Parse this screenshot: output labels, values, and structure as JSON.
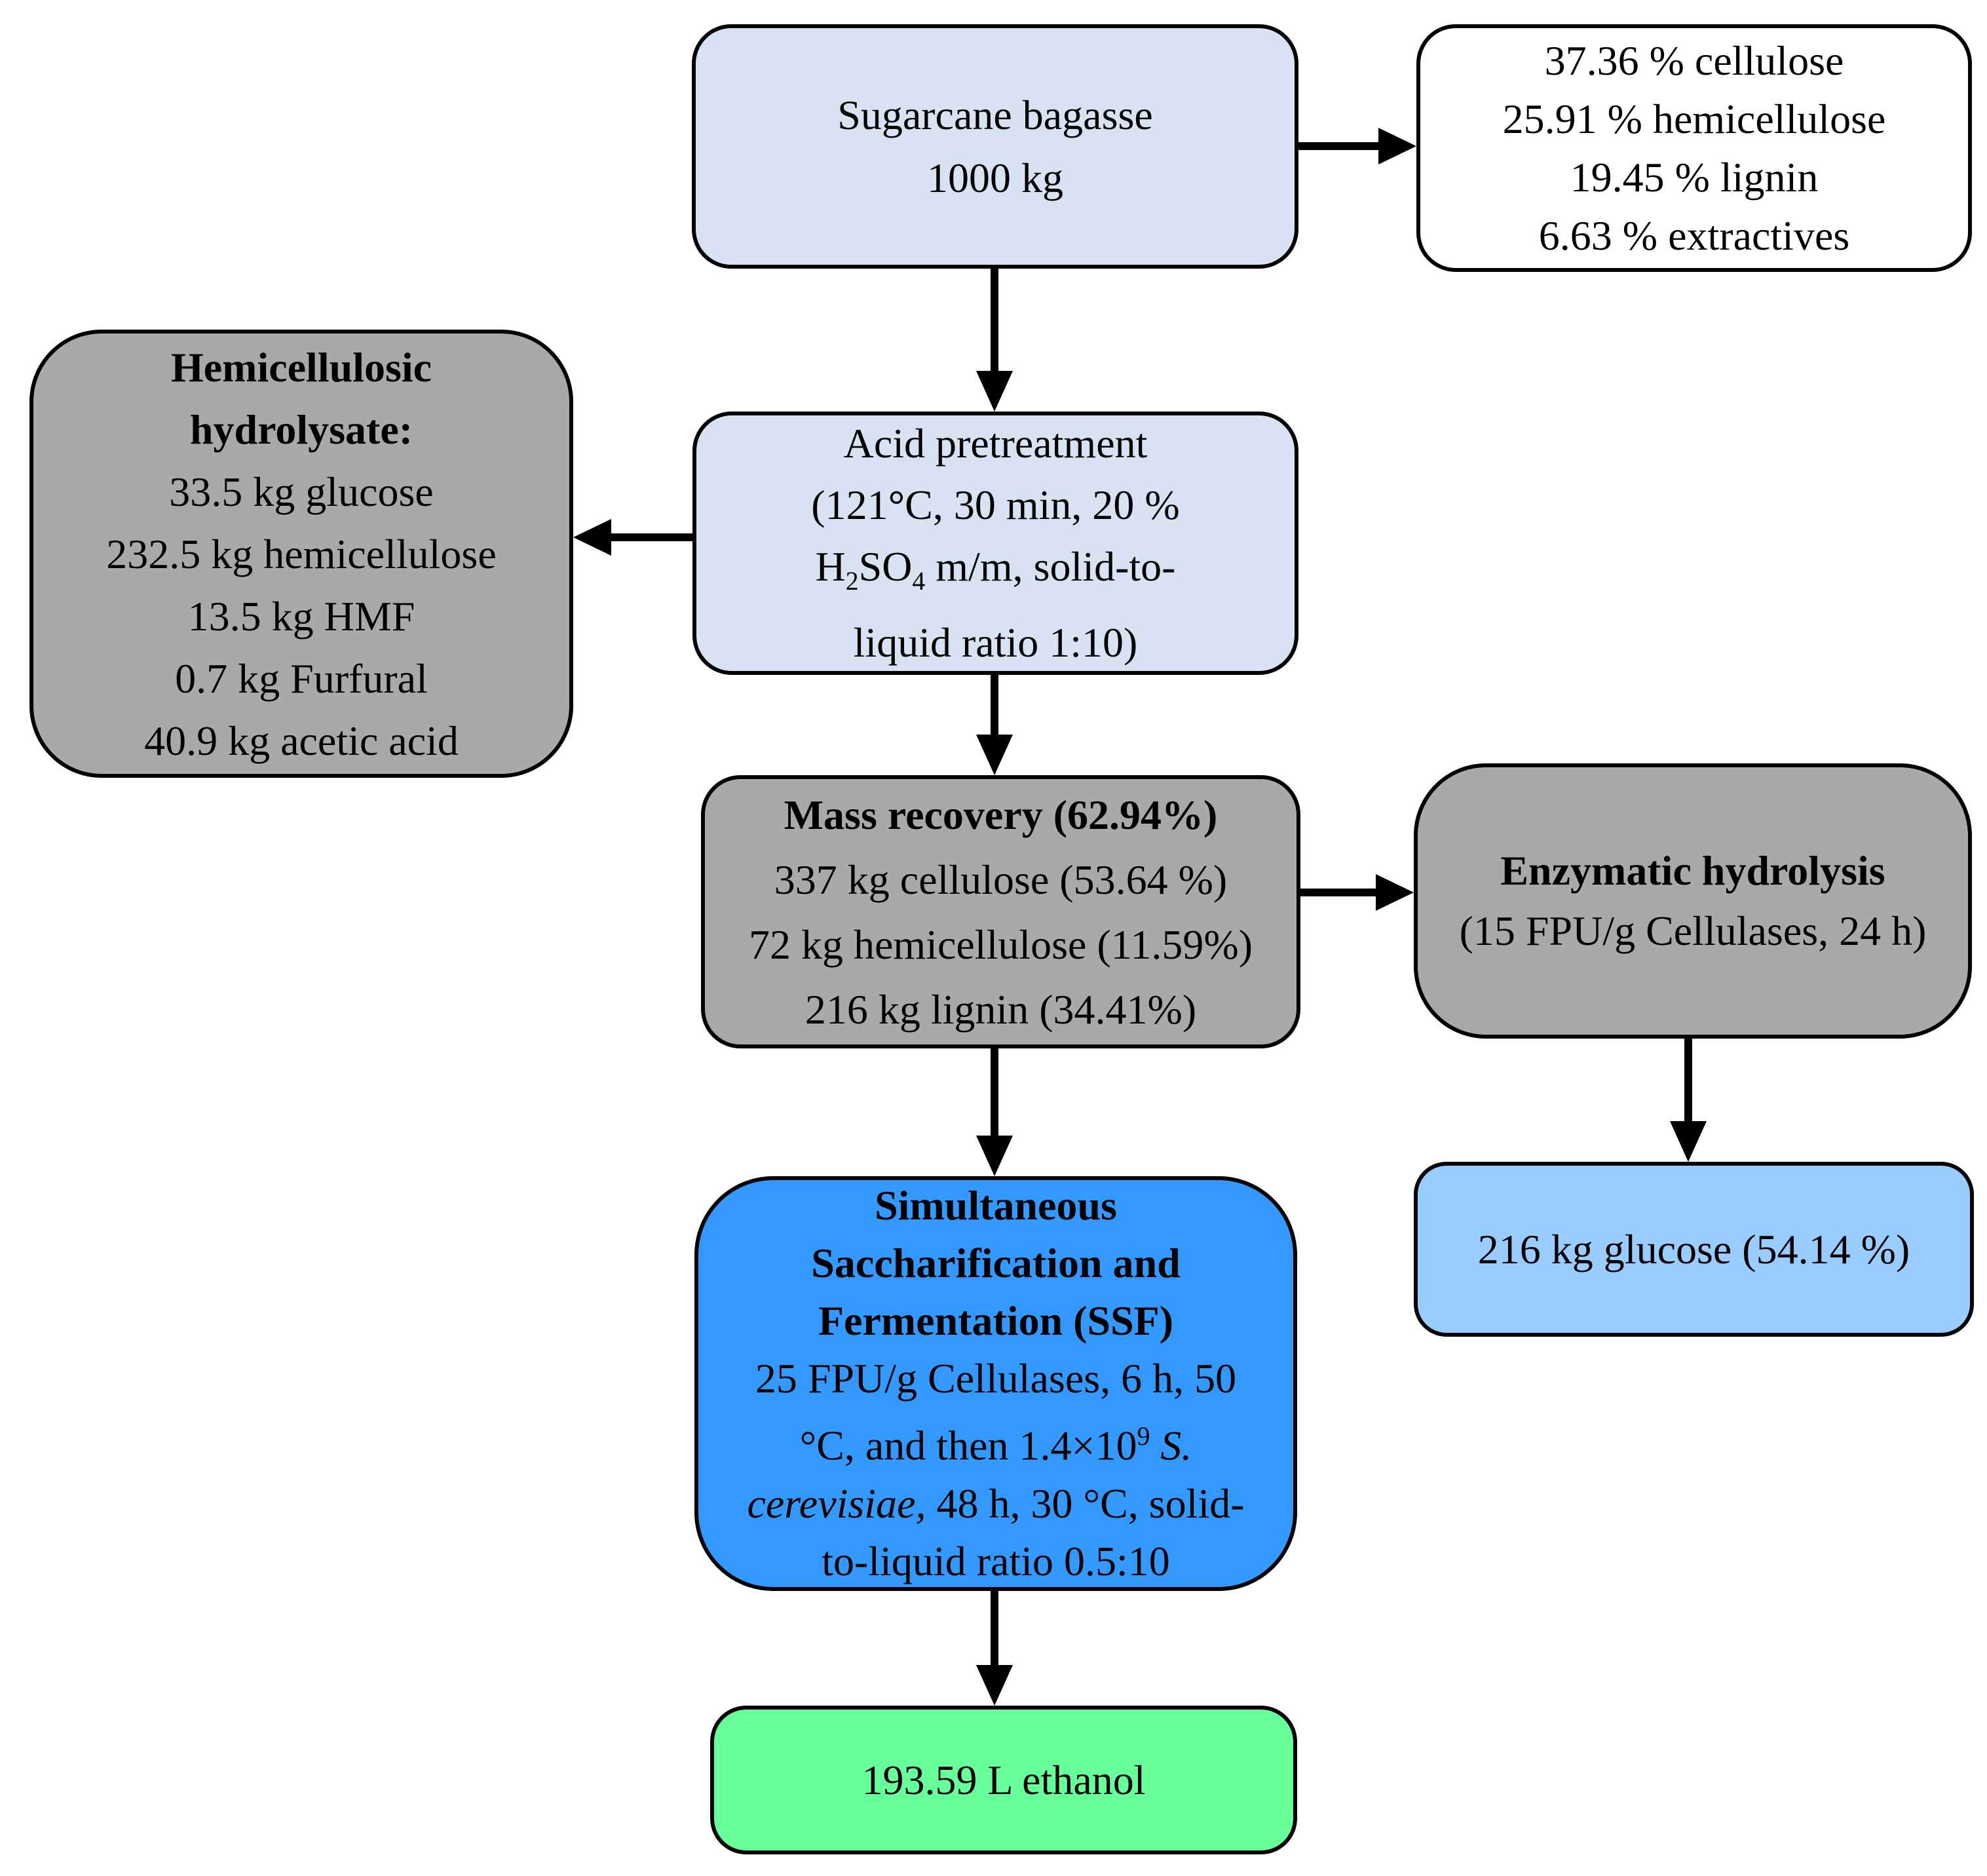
{
  "diagram": {
    "background": "#ffffff",
    "border_color": "#000000",
    "colors": {
      "light_periwinkle": "#d9e2f3",
      "white": "#ffffff",
      "gray": "#a9a9a9",
      "bright_blue": "#3399ff",
      "light_blue": "#99ccff",
      "green": "#66ff99"
    },
    "nodes": {
      "sugarcane": {
        "fill": "#d9e2f3",
        "lines": [
          {
            "runs": [
              {
                "t": "Sugarcane bagasse"
              }
            ]
          },
          {
            "runs": [
              {
                "t": "1000 kg"
              }
            ]
          }
        ]
      },
      "composition": {
        "fill": "#ffffff",
        "lines": [
          {
            "runs": [
              {
                "t": "37.36 % cellulose"
              }
            ]
          },
          {
            "runs": [
              {
                "t": "25.91 % hemicellulose"
              }
            ]
          },
          {
            "runs": [
              {
                "t": "19.45 % lignin"
              }
            ]
          },
          {
            "runs": [
              {
                "t": "6.63 % extractives"
              }
            ]
          }
        ]
      },
      "hydrolysate": {
        "fill": "#a9a9a9",
        "lines": [
          {
            "runs": [
              {
                "t": "Hemicellulosic",
                "b": true
              }
            ]
          },
          {
            "runs": [
              {
                "t": "hydrolysate:",
                "b": true
              }
            ]
          },
          {
            "runs": [
              {
                "t": "33.5 kg glucose"
              }
            ]
          },
          {
            "runs": [
              {
                "t": "232.5 kg hemicellulose"
              }
            ]
          },
          {
            "runs": [
              {
                "t": "13.5 kg HMF"
              }
            ]
          },
          {
            "runs": [
              {
                "t": "0.7 kg Furfural"
              }
            ]
          },
          {
            "runs": [
              {
                "t": "40.9 kg acetic acid"
              }
            ]
          }
        ]
      },
      "pretreatment": {
        "fill": "#d9e2f3",
        "lines": [
          {
            "runs": [
              {
                "t": "Acid pretreatment"
              }
            ]
          },
          {
            "runs": [
              {
                "t": "(121"
              },
              {
                "t": "°",
                "b": true
              },
              {
                "t": "C, 30 min, 20 %"
              }
            ]
          },
          {
            "runs": [
              {
                "t": "H"
              },
              {
                "t": "2",
                "sub": true
              },
              {
                "t": "SO"
              },
              {
                "t": "4",
                "sub": true
              },
              {
                "t": " m/m, solid-to-"
              }
            ]
          },
          {
            "runs": [
              {
                "t": "liquid ratio 1:10)"
              }
            ]
          }
        ]
      },
      "mass_recovery": {
        "fill": "#a9a9a9",
        "lines": [
          {
            "runs": [
              {
                "t": "Mass recovery (62.94%)",
                "b": true
              }
            ]
          },
          {
            "runs": [
              {
                "t": "337 kg cellulose (53.64 %)"
              }
            ]
          },
          {
            "runs": [
              {
                "t": "72 kg hemicellulose (11.59%)"
              }
            ]
          },
          {
            "runs": [
              {
                "t": "216 kg lignin (34.41%)"
              }
            ]
          }
        ]
      },
      "enzymatic": {
        "fill": "#a9a9a9",
        "lines": [
          {
            "runs": [
              {
                "t": "Enzymatic hydrolysis",
                "b": true
              }
            ]
          },
          {
            "runs": [
              {
                "t": "(15 FPU/g Cellulases, 24 h)"
              }
            ]
          }
        ]
      },
      "glucose": {
        "fill": "#99ccff",
        "lines": [
          {
            "runs": [
              {
                "t": "216 kg glucose (54.14 %)"
              }
            ]
          }
        ]
      },
      "ssf": {
        "fill": "#3399ff",
        "lines": [
          {
            "runs": [
              {
                "t": "Simultaneous",
                "b": true
              }
            ]
          },
          {
            "runs": [
              {
                "t": "Saccharification and",
                "b": true
              }
            ]
          },
          {
            "runs": [
              {
                "t": "Fermentation (SSF)",
                "b": true
              }
            ]
          },
          {
            "runs": [
              {
                "t": "25 FPU/g Cellulases, 6 h, 50"
              }
            ]
          },
          {
            "runs": [
              {
                "t": "°C, and then 1.4×10"
              },
              {
                "t": "9",
                "sup": true
              },
              {
                "t": " "
              },
              {
                "t": "S.",
                "i": true
              }
            ]
          },
          {
            "runs": [
              {
                "t": "cerevisiae,",
                "i": true
              },
              {
                "t": " 48 h, 30 °C, solid-"
              }
            ]
          },
          {
            "runs": [
              {
                "t": "to-liquid ratio 0.5:10"
              }
            ]
          }
        ]
      },
      "ethanol": {
        "fill": "#66ff99",
        "lines": [
          {
            "runs": [
              {
                "t": "193.59 L ethanol"
              }
            ]
          }
        ]
      }
    },
    "arrows": [
      {
        "from": "Sugarcane bagasse",
        "to": "Composition percentages",
        "direction": "right"
      },
      {
        "from": "Sugarcane bagasse",
        "to": "Acid pretreatment",
        "direction": "down"
      },
      {
        "from": "Acid pretreatment",
        "to": "Hemicellulosic hydrolysate",
        "direction": "left"
      },
      {
        "from": "Acid pretreatment",
        "to": "Mass recovery",
        "direction": "down"
      },
      {
        "from": "Mass recovery",
        "to": "Enzymatic hydrolysis",
        "direction": "right"
      },
      {
        "from": "Enzymatic hydrolysis",
        "to": "Glucose",
        "direction": "down"
      },
      {
        "from": "Mass recovery",
        "to": "SSF",
        "direction": "down"
      },
      {
        "from": "SSF",
        "to": "Ethanol",
        "direction": "down"
      }
    ]
  }
}
